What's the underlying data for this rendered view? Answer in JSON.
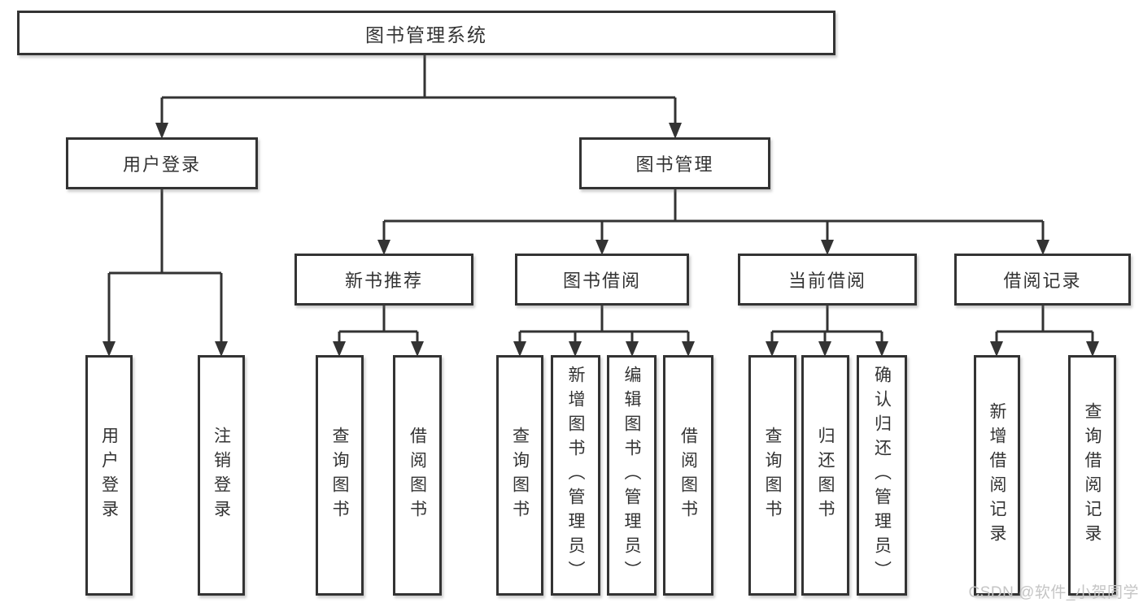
{
  "diagram": {
    "root": {
      "label": "图书管理系统",
      "children": [
        {
          "label": "用户登录",
          "children": [
            {
              "label": "用户登录"
            },
            {
              "label": "注销登录"
            }
          ]
        },
        {
          "label": "图书管理",
          "children": [
            {
              "label": "新书推荐",
              "children": [
                {
                  "label": "查询图书"
                },
                {
                  "label": "借阅图书"
                }
              ]
            },
            {
              "label": "图书借阅",
              "children": [
                {
                  "label": "查询图书"
                },
                {
                  "label": "新增图书（管理员）"
                },
                {
                  "label": "编辑图书（管理员）"
                },
                {
                  "label": "借阅图书"
                }
              ]
            },
            {
              "label": "当前借阅",
              "children": [
                {
                  "label": "查询图书"
                },
                {
                  "label": "归还图书"
                },
                {
                  "label": "确认归还（管理员）"
                }
              ]
            },
            {
              "label": "借阅记录",
              "children": [
                {
                  "label": "新增借阅记录"
                },
                {
                  "label": "查询借阅记录"
                }
              ]
            }
          ]
        }
      ]
    },
    "colors": {
      "line": "#333333",
      "box_border": "#333333",
      "text": "#333333",
      "watermark": "#c5c5c5",
      "background": "#ffffff"
    }
  },
  "watermark": {
    "text": "CSDN @软件_小贺同学"
  }
}
